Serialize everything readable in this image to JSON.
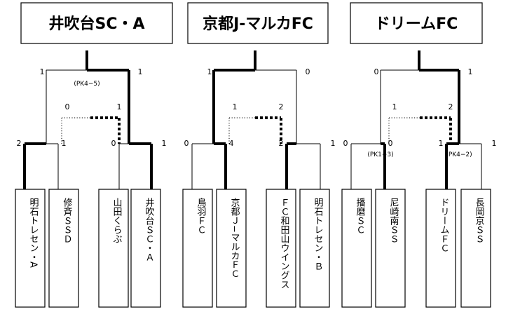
{
  "groups": [
    {
      "winner": "井吹台SC・A",
      "teams": [
        "明石トレセン・A",
        "修斉ＳＳＤ",
        "山田くらぶ",
        "井吹台ＳＣ・Ａ"
      ],
      "final": {
        "left": "1",
        "right": "1",
        "pk": "(PK4−5)"
      },
      "third": {
        "left": "0",
        "right": "1"
      },
      "semi1": {
        "left": "2",
        "right": "1",
        "pk": ""
      },
      "semi2": {
        "left": "0",
        "right": "1",
        "pk": ""
      }
    },
    {
      "winner": "京都J-マルカFC",
      "teams": [
        "鳥羽ＦＣ",
        "京都Ｊ−マルカＦＣ",
        "ＦＣ和田山ウイングス",
        "明石トレセン・Ｂ"
      ],
      "final": {
        "left": "1",
        "right": "0",
        "pk": ""
      },
      "third": {
        "left": "1",
        "right": "2"
      },
      "semi1": {
        "left": "0",
        "right": "4",
        "pk": ""
      },
      "semi2": {
        "left": "2",
        "right": "1",
        "pk": ""
      }
    },
    {
      "winner": "ドリームFC",
      "teams": [
        "播磨ＳＣ",
        "尼崎南ＳＳ",
        "ドリームＦＣ",
        "長岡京ＳＳ"
      ],
      "final": {
        "left": "0",
        "right": "1",
        "pk": ""
      },
      "third": {
        "left": "1",
        "right": "2"
      },
      "semi1": {
        "left": "0",
        "right": "0",
        "pk": "(PK1−3)"
      },
      "semi2": {
        "left": "1",
        "right": "1",
        "pk": "(PK4−2)"
      }
    }
  ]
}
